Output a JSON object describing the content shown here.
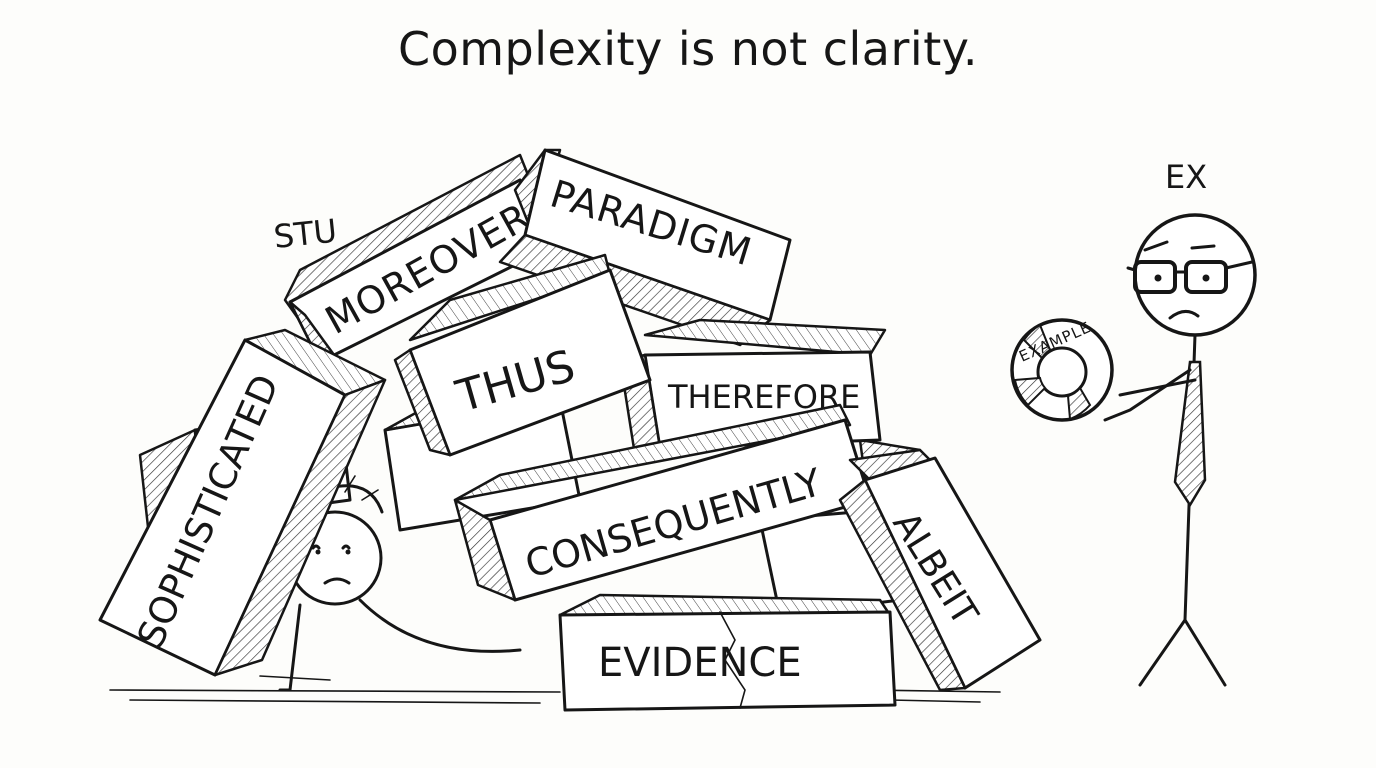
{
  "title": "Complexity is not clarity.",
  "characters": {
    "student_label": "STU",
    "expert_label": "EX",
    "lifebuoy_label": "EXAMPLE"
  },
  "blocks": {
    "moreover": "MOREOVER",
    "paradigm": "PARADIGM",
    "thus": "THUS",
    "therefore": "THEREFORE",
    "sophisticated": "SOPHISTICATED",
    "consequently": "CONSEQUENTLY",
    "albeit": "ALBEIT",
    "evidence": "EVIDENCE"
  },
  "colors": {
    "ink": "#161616",
    "paper": "#fdfdfb"
  }
}
